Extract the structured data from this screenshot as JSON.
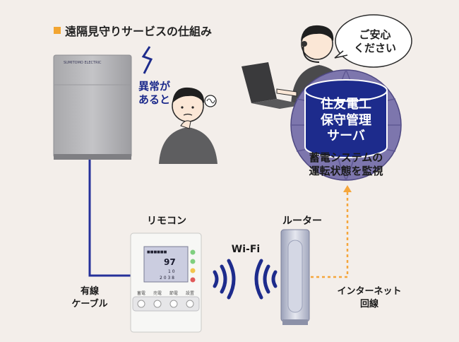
{
  "title": "遠隔見守りサービスの仕組み",
  "alert_text": "異常が\nあると",
  "bubble_text": "ご安心\nください",
  "server_label": "住友電工\n保守管理\nサーバ",
  "monitor_text": "蓄電システムの\n運転状態を監視",
  "remote_label": "リモコン",
  "wifi_label": "Wi-Fi",
  "router_label": "ルーター",
  "wired_label": "有線\nケーブル",
  "internet_label": "インターネット\n回線",
  "battery_brand": "SUMITOMO ELECTRIC",
  "remote_screen": {
    "big_value": "97",
    "row2": "1 0",
    "row3": "2 0 3 8"
  },
  "remote_buttons": [
    "蓄電",
    "売電",
    "節電",
    "設置"
  ],
  "colors": {
    "accent": "#f2a531",
    "navy": "#1d2b8c",
    "globe": "#7d76ad",
    "wired_line": "#25309a",
    "internet_line": "#f5a63c",
    "wifi_waves": "#1d2b8c"
  }
}
